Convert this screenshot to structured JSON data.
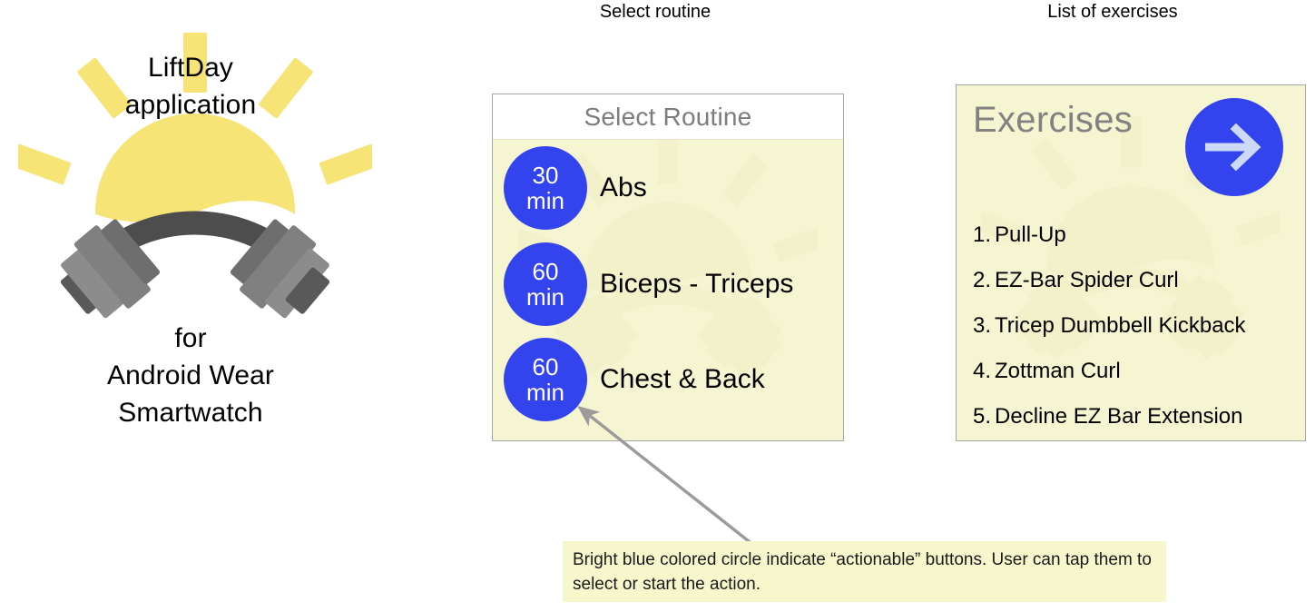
{
  "logo": {
    "title": "LiftDay\napplication",
    "title_line1": "LiftDay",
    "title_line2": "application",
    "subtitle_line1": "for",
    "subtitle_line2": "Android Wear",
    "subtitle_line3": "Smartwatch",
    "sun_color": "#f7e477",
    "dumbbell_dark": "#4d4d4d",
    "dumbbell_light": "#8c8c8c"
  },
  "columns": {
    "routine_caption": "Select routine",
    "exercises_caption": "List of exercises"
  },
  "routine_card": {
    "header": "Select Routine",
    "rows": [
      {
        "duration_value": "30",
        "duration_unit": "min",
        "name": "Abs"
      },
      {
        "duration_value": "60",
        "duration_unit": "min",
        "name": "Biceps - Triceps"
      },
      {
        "duration_value": "60",
        "duration_unit": "min",
        "name": "Chest & Back"
      }
    ]
  },
  "exercises_card": {
    "header": "Exercises",
    "arrow_icon": "arrow-right-icon",
    "items": [
      {
        "num": "1.",
        "name": "Pull-Up"
      },
      {
        "num": "2.",
        "name": "EZ-Bar Spider Curl"
      },
      {
        "num": "3.",
        "name": "Tricep Dumbbell Kickback"
      },
      {
        "num": "4.",
        "name": "Zottman Curl"
      },
      {
        "num": "5.",
        "name": "Decline EZ Bar Extension"
      }
    ]
  },
  "annotation": {
    "text": "Bright blue colored circle indicate “actionable” buttons. User can tap them to select or start the action."
  },
  "colors": {
    "accent_blue": "#3344ee",
    "card_bg": "#f5f5d2",
    "card_border": "#a6a6a6",
    "annotation_bg": "#f7f7cd",
    "header_gray": "#7d7d7d",
    "arrow_fill": "#ccd9f7",
    "arrow_leader": "#9b9b9b"
  }
}
